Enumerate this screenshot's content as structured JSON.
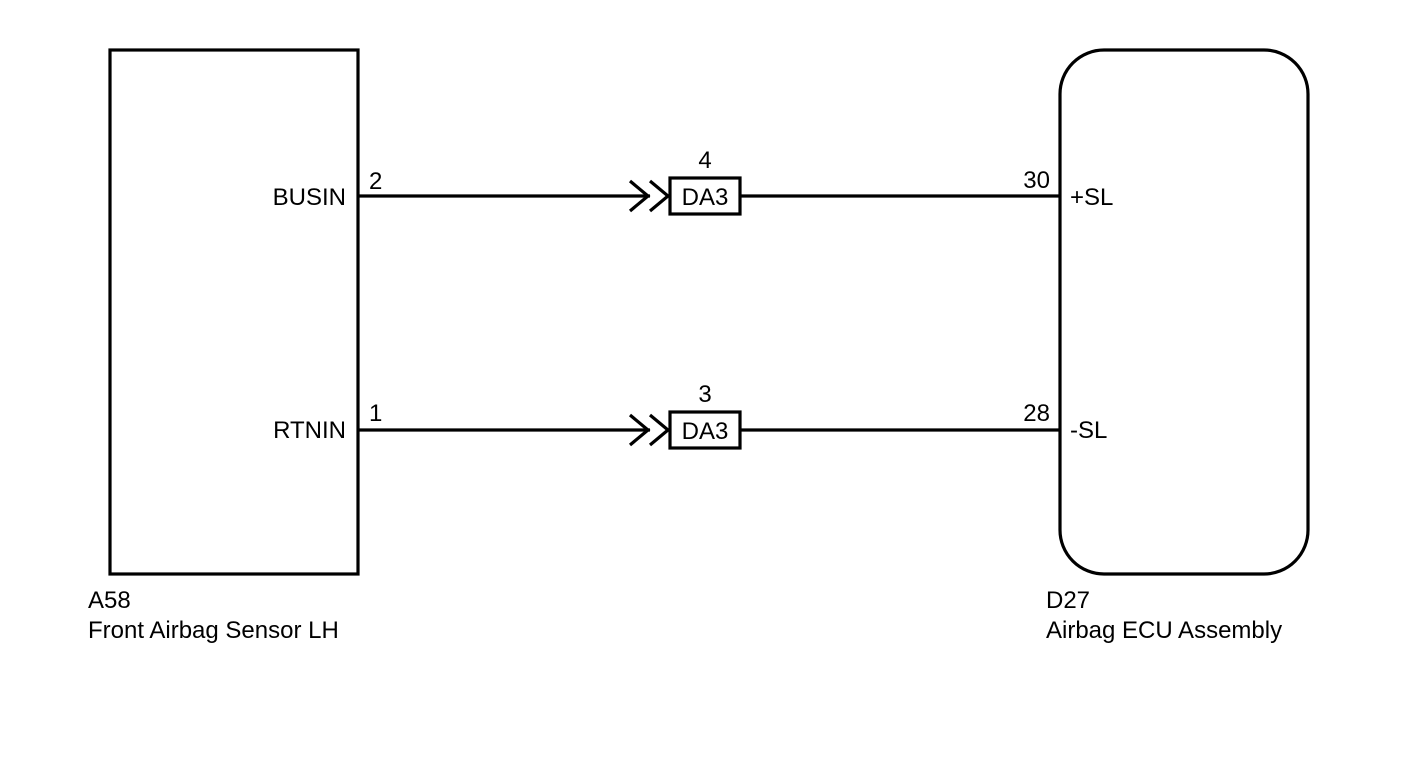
{
  "left_component": {
    "code": "A58",
    "name": "Front Airbag Sensor LH",
    "pins": [
      {
        "label": "BUSIN",
        "number": "2"
      },
      {
        "label": "RTNIN",
        "number": "1"
      }
    ]
  },
  "right_component": {
    "code": "D27",
    "name": "Airbag ECU Assembly",
    "pins": [
      {
        "label": "+SL",
        "number": "30"
      },
      {
        "label": "-SL",
        "number": "28"
      }
    ]
  },
  "connectors": [
    {
      "label": "DA3",
      "pin": "4"
    },
    {
      "label": "DA3",
      "pin": "3"
    }
  ]
}
